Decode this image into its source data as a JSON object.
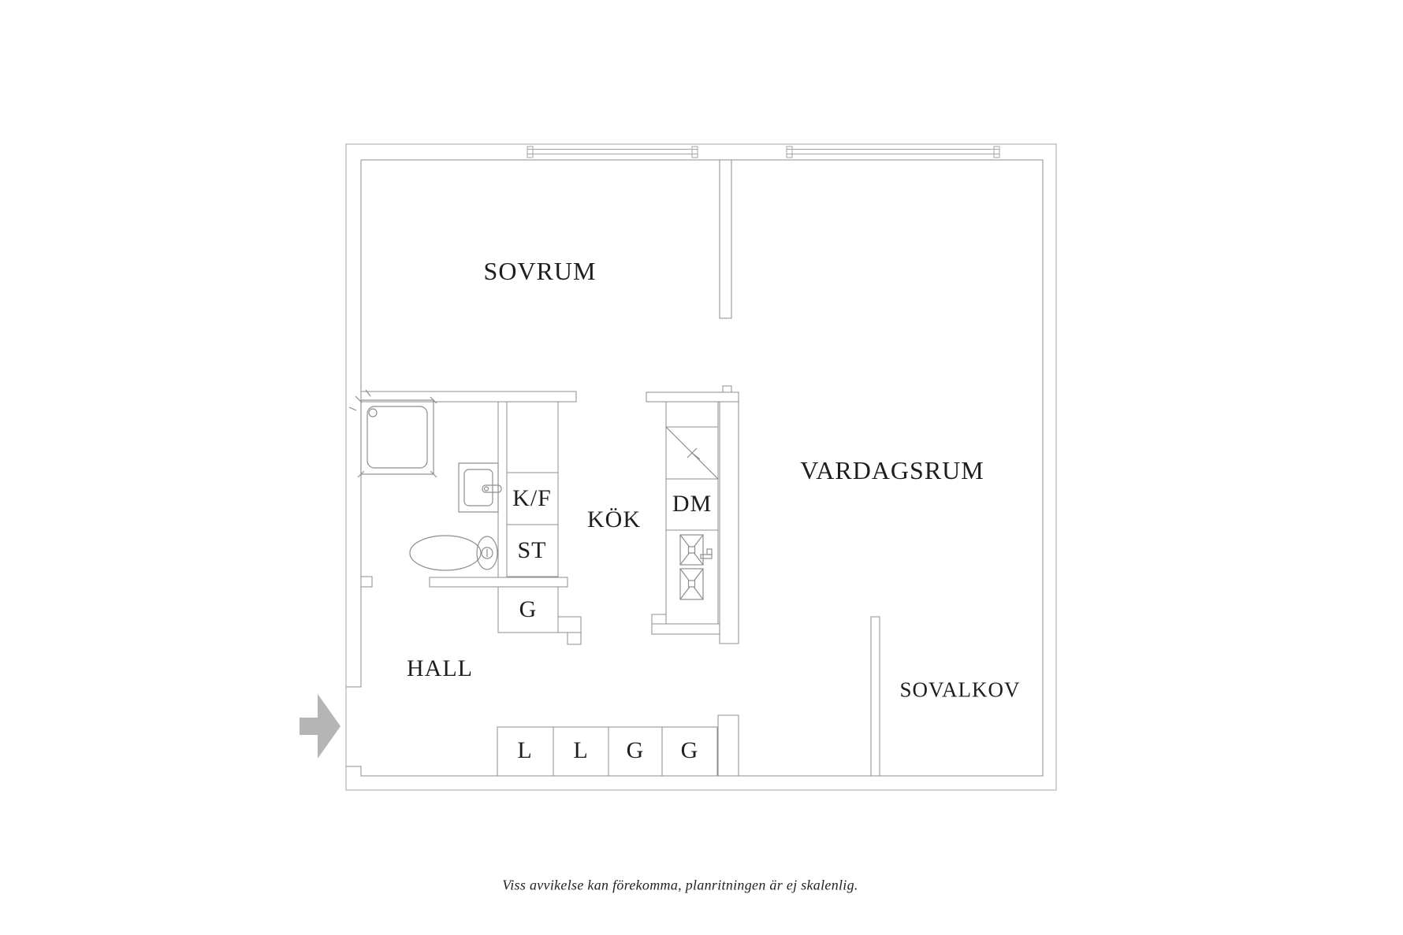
{
  "page": {
    "background": "#ffffff"
  },
  "floor_plan": {
    "rooms": [
      {
        "id": "sovrum",
        "label": "SOVRUM"
      },
      {
        "id": "vardagsrum",
        "label": "VARDAGSRUM"
      },
      {
        "id": "kok",
        "label": "KÖK"
      },
      {
        "id": "hall",
        "label": "HALL"
      },
      {
        "id": "sovalkov",
        "label": "SOVALKOV"
      }
    ],
    "fixture_labels": [
      {
        "id": "kf",
        "label": "K/F"
      },
      {
        "id": "st",
        "label": "ST"
      },
      {
        "id": "g",
        "label": "G"
      },
      {
        "id": "dm",
        "label": "DM"
      },
      {
        "id": "l1",
        "label": "L"
      },
      {
        "id": "l2",
        "label": "L"
      },
      {
        "id": "g1",
        "label": "G"
      },
      {
        "id": "g2",
        "label": "G"
      }
    ],
    "symbols": [
      "window",
      "shower",
      "hand-sink",
      "toilet",
      "kitchen-sinks",
      "tall-cabinet",
      "dishwasher",
      "entry-arrow"
    ],
    "colors": {
      "outer_line": "#a4a4a4",
      "wall_line": "#8e8e8e",
      "label_text": "#1e1e1e",
      "arrow": "#b5b5b5"
    }
  },
  "caption": {
    "text": "Viss avvikelse kan förekomma, planritningen är ej skalenlig."
  }
}
